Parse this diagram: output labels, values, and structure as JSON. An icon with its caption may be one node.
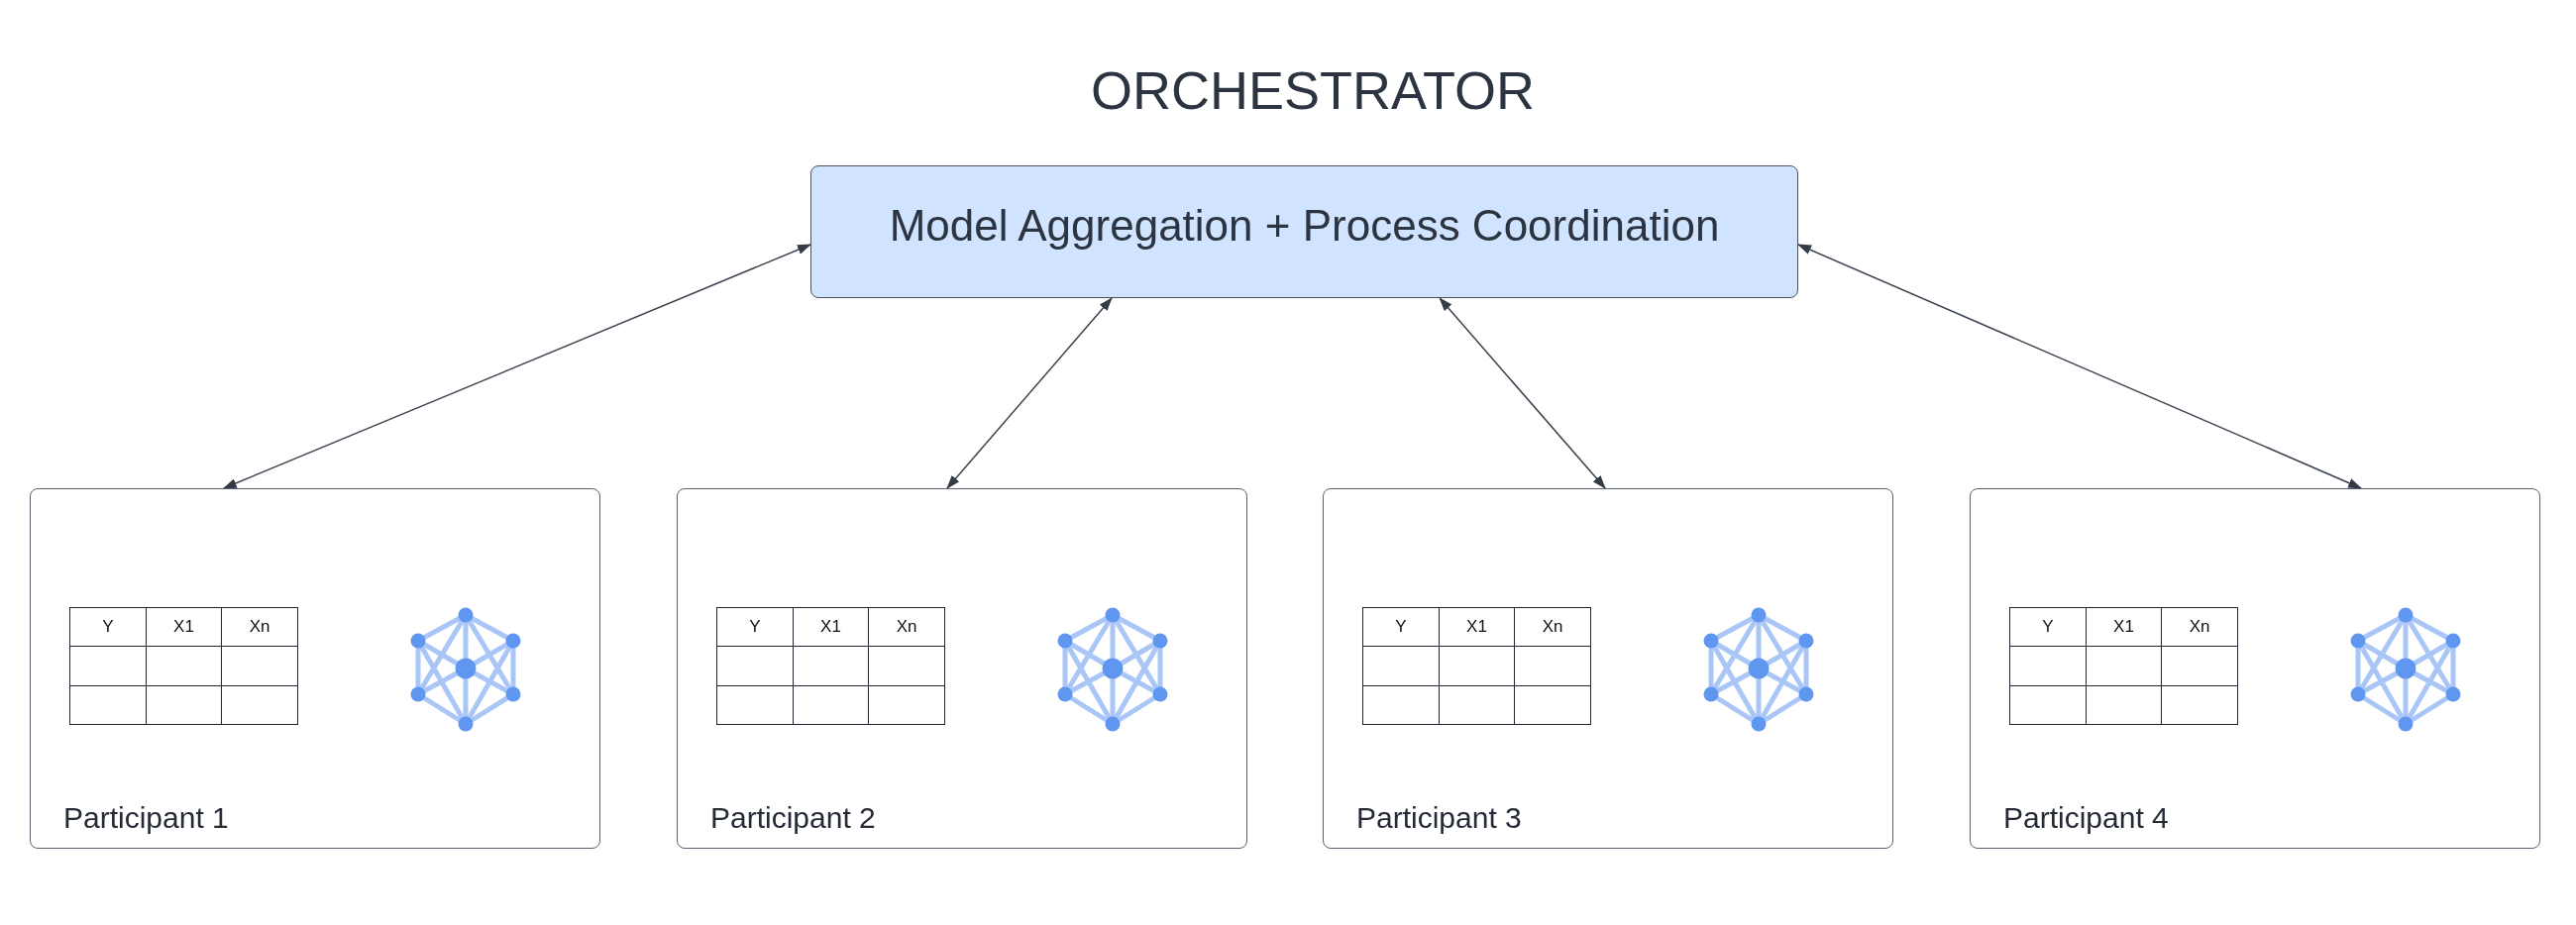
{
  "diagram": {
    "title": "ORCHESTRATOR",
    "nodes": [
      {
        "text": [
          "Model Aggregation + Process Coordination"
        ]
      },
      {
        "text": [
          "Participant 1"
        ]
      },
      {
        "text": [
          "Y",
          "X1",
          "Xn"
        ],
        "in": 1
      },
      {
        "text": [
          "Participant 2"
        ]
      },
      {
        "text": [
          "Y",
          "X1",
          "Xn"
        ],
        "in": 3
      },
      {
        "text": [
          "Participant 3"
        ]
      },
      {
        "text": [
          "Y",
          "X1",
          "Xn"
        ],
        "in": 5
      },
      {
        "text": [
          "Participant 4"
        ]
      },
      {
        "text": [
          "Y",
          "X1",
          "Xn"
        ],
        "in": 7
      }
    ],
    "edges": [
      {
        "from": 0,
        "to": 1,
        "arrow": "both"
      },
      {
        "from": 0,
        "to": 3,
        "arrow": "both"
      },
      {
        "from": 0,
        "to": 5,
        "arrow": "both"
      },
      {
        "from": 0,
        "to": 7,
        "arrow": "both"
      }
    ]
  }
}
